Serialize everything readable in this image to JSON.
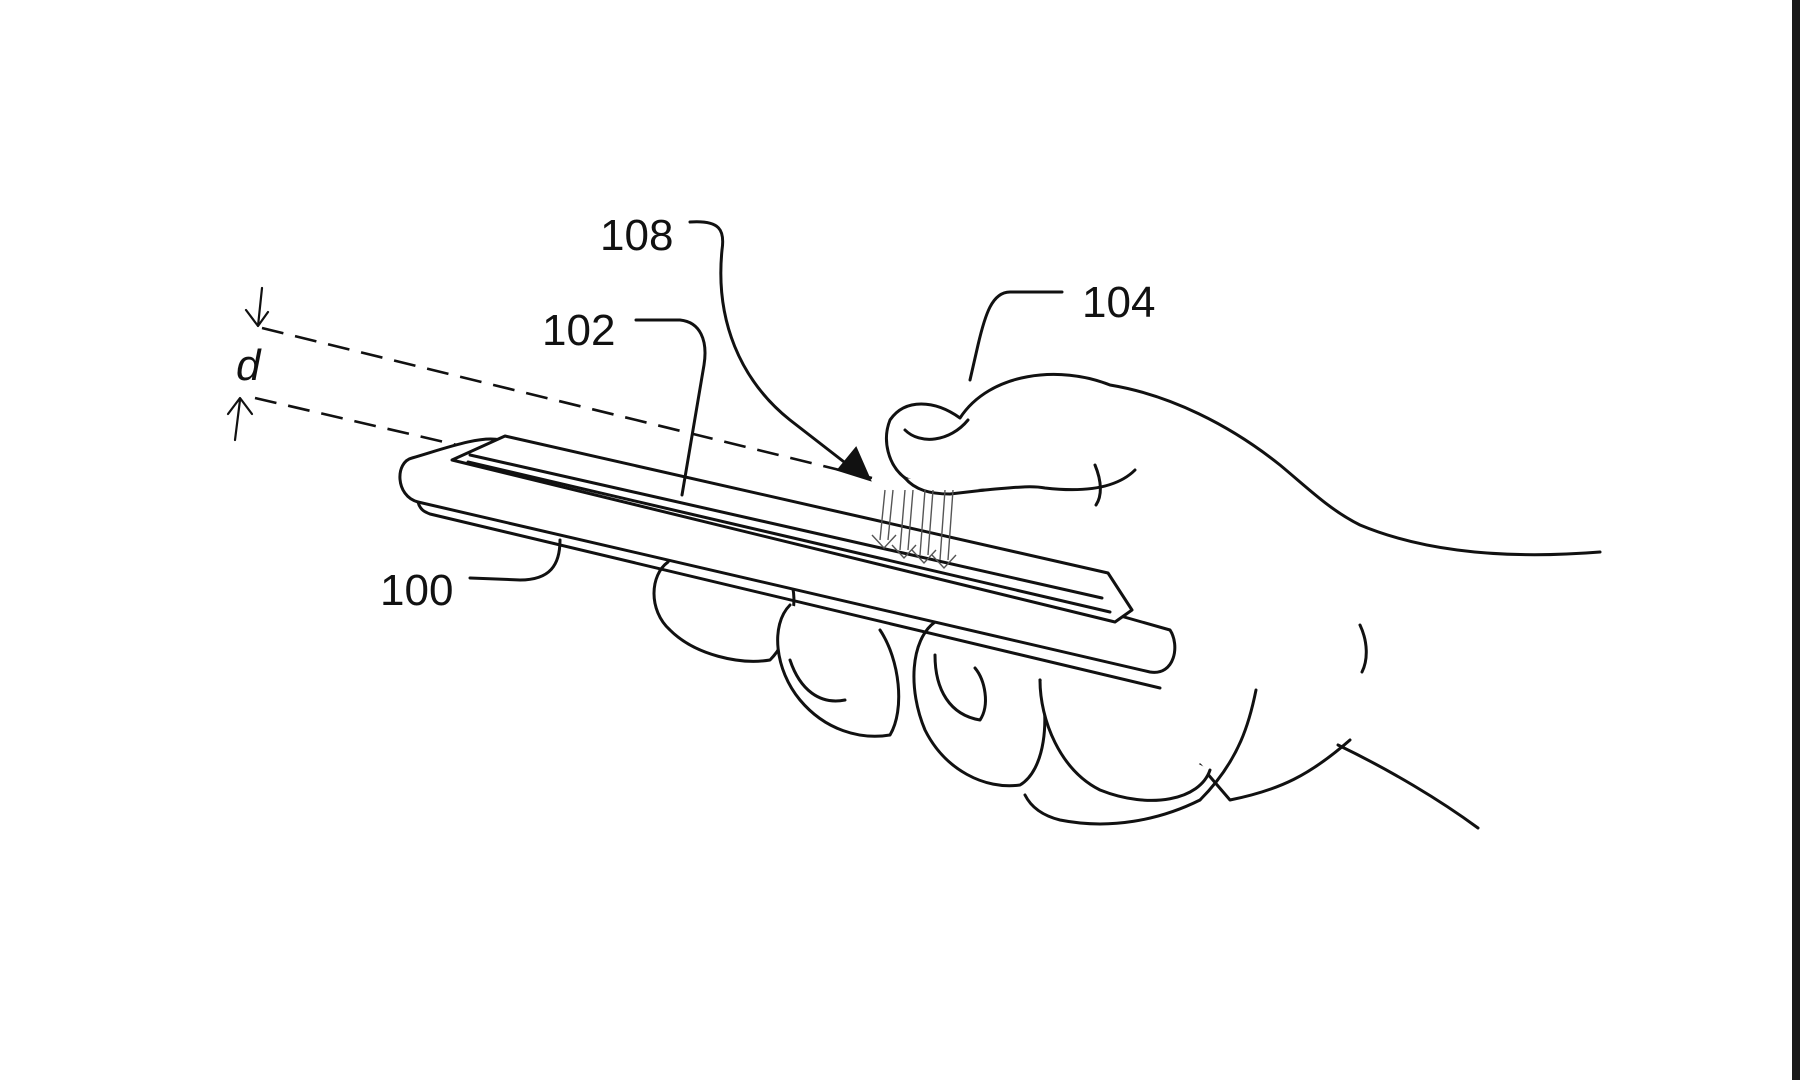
{
  "labels": {
    "ref_108": "108",
    "ref_104": "104",
    "ref_102": "102",
    "ref_100": "100",
    "distance": "d"
  },
  "colors": {
    "ink": "#111111",
    "background": "#ffffff",
    "frame": "#1a1a1a"
  },
  "icons": [
    "arrowhead-icon",
    "dimension-arrow-icon"
  ]
}
